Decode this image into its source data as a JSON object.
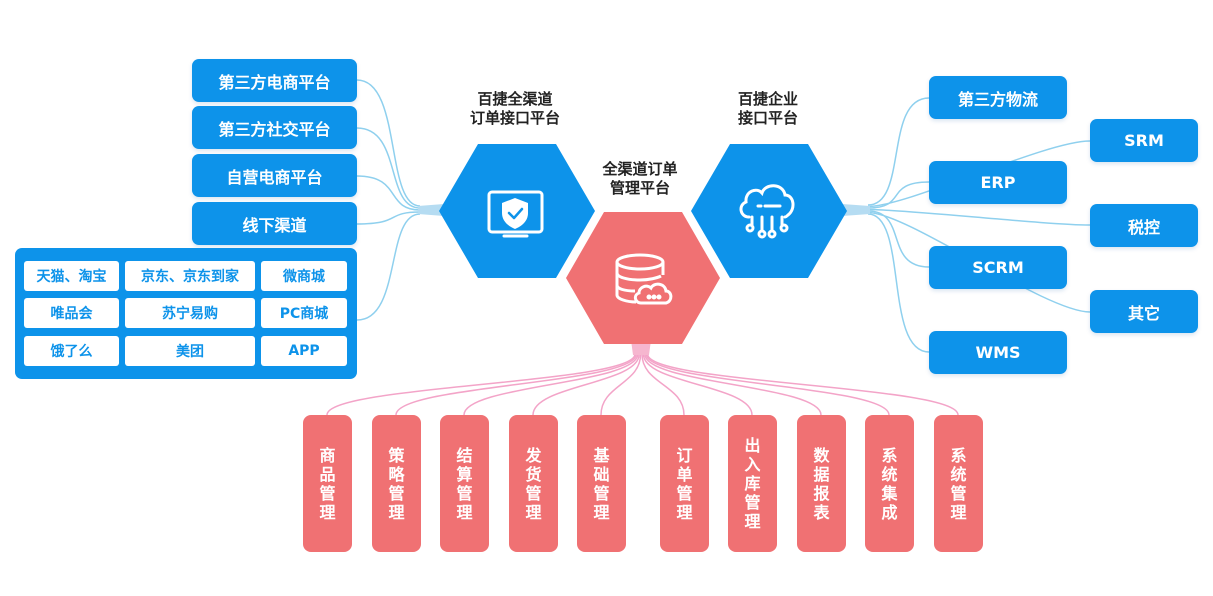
{
  "left_platforms": [
    "第三方电商平台",
    "第三方社交平台",
    "自营电商平台",
    "线下渠道"
  ],
  "channel_grid": [
    [
      "天猫、淘宝",
      "京东、京东到家",
      "微商城"
    ],
    [
      "唯品会",
      "苏宁易购",
      "PC商城"
    ],
    [
      "饿了么",
      "美团",
      "APP"
    ]
  ],
  "left_hub_label": "百捷全渠道\n订单接口平台",
  "center_hub_label": "全渠道订单\n管理平台",
  "right_hub_label": "百捷企业\n接口平台",
  "right_systems": [
    "第三方物流",
    "SRM",
    "ERP",
    "税控",
    "SCRM",
    "其它",
    "WMS"
  ],
  "modules": [
    "商品管理",
    "策略管理",
    "结算管理",
    "发货管理",
    "基础管理",
    "订单管理",
    "出入库管理",
    "数据报表",
    "系统集成",
    "系统管理"
  ],
  "icons": {
    "left_hub": "monitor-shield-icon",
    "center_hub": "database-cloud-icon",
    "right_hub": "cloud-network-icon"
  },
  "colors": {
    "blue": "#0d93ea",
    "red": "#f07173",
    "blue_line": "#8fd0ee",
    "pink_line": "#f3a4c8"
  }
}
